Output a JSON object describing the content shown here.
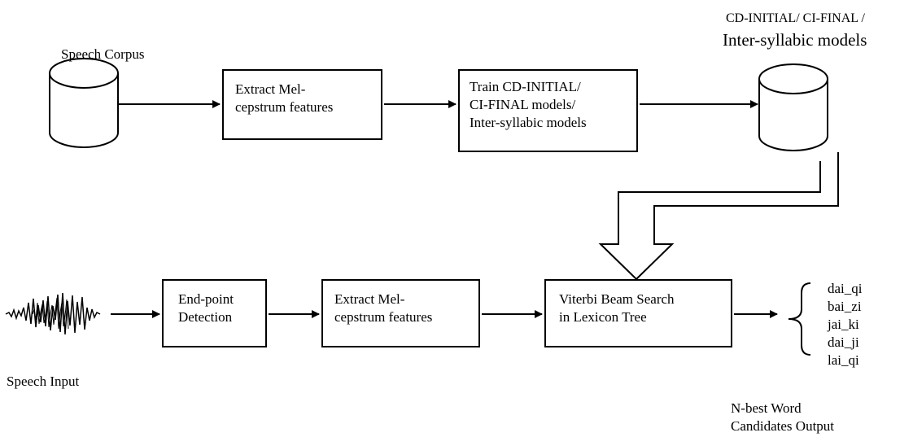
{
  "diagram": {
    "corpus_label": "Speech Corpus",
    "models_label_line1": "CD-INITIAL/ CI-FINAL /",
    "models_label_line2": "Inter-syllabic models",
    "extract_top_line1": "Extract Mel-",
    "extract_top_line2": "cepstrum features",
    "train_line1": "Train CD-INITIAL/",
    "train_line2": "CI-FINAL models/",
    "train_line3": "Inter-syllabic models",
    "speech_input_label": "Speech Input",
    "endpoint_line1": "End-point",
    "endpoint_line2": "Detection",
    "extract_bottom_line1": "Extract Mel-",
    "extract_bottom_line2": "cepstrum features",
    "viterbi_line1": "Viterbi Beam Search",
    "viterbi_line2": "in Lexicon Tree",
    "candidates": [
      "dai_qi",
      "bai_zi",
      "jai_ki",
      "dai_ji",
      "lai_qi"
    ],
    "output_label_line1": "N-best Word",
    "output_label_line2": "Candidates Output"
  },
  "icons": [
    "database-cylinder",
    "speech-waveform",
    "curly-brace"
  ]
}
